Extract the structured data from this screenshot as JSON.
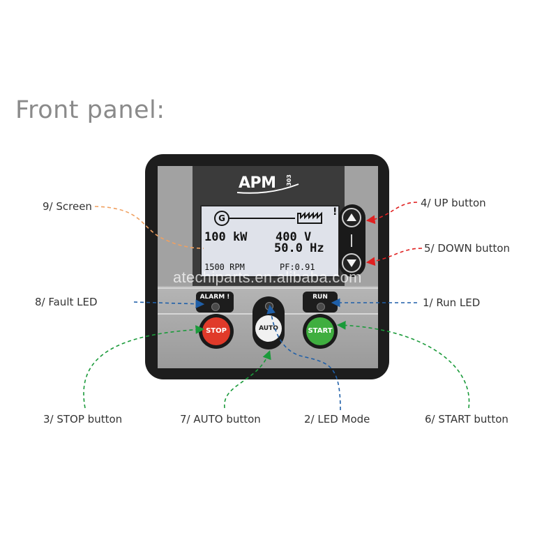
{
  "title": "Front panel:",
  "device": {
    "brand": "APM",
    "model": "303",
    "lcd": {
      "generator_symbol": "G",
      "power": "100 kW",
      "voltage": "400  V",
      "frequency": "50.0 Hz",
      "speed": "1500 RPM",
      "power_factor": "PF:0.91",
      "alert_mark": "!"
    },
    "alarm_label": "ALARM !",
    "run_label": "RUN",
    "stop_label": "STOP",
    "auto_label": "AUTO",
    "start_label": "START"
  },
  "callouts": {
    "screen": "9/ Screen",
    "up": "4/ UP button",
    "down": "5/ DOWN button",
    "fault_led": "8/ Fault LED",
    "run_led": "1/ Run LED",
    "stop": "3/ STOP button",
    "auto": "7/ AUTO button",
    "led_mode": "2/ LED Mode",
    "start": "6/ START button"
  },
  "watermark": "atechiparts.en.alibaba.com",
  "colors": {
    "screen_line": "#f0a060",
    "up_down_line": "#e02020",
    "led_line": "#1f5fa8",
    "button_line": "#1a9a3a",
    "stop_button": "#e03a2a",
    "start_button": "#3fae3f"
  }
}
